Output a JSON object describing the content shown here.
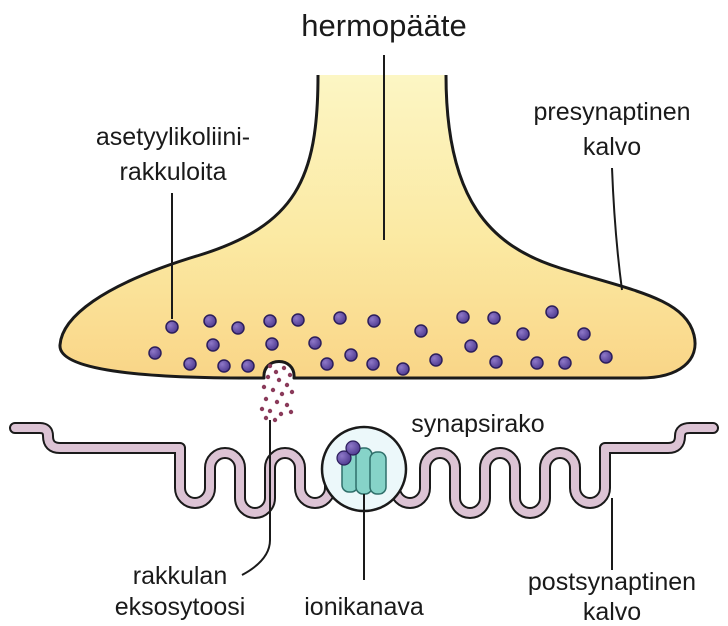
{
  "labels": {
    "hermopaate": "hermopääte",
    "asetyyli_line1": "asetyylikoliini-",
    "asetyyli_line2": "rakkuloita",
    "presyn_line1": "presynaptinen",
    "presyn_line2": "kalvo",
    "synapsirako": "synapsirako",
    "rakkulan_line1": "rakkulan",
    "rakkulan_line2": "eksosytoosi",
    "ionikanava": "ionikanava",
    "postsyn_line1": "postsynaptinen",
    "postsyn_line2": "kalvo"
  },
  "colors": {
    "terminal_fill_top": "#fbf3b6",
    "terminal_fill_bottom": "#fad88a",
    "outline": "#1a1a1a",
    "vesicle": "#6b4ea8",
    "vesicle_outline": "#2c1e5c",
    "released_transmitter": "#8a3a5a",
    "post_membrane": "#d9bfd0",
    "ion_channel": "#86d3c8",
    "channel_circle": "#e8f6f8"
  }
}
